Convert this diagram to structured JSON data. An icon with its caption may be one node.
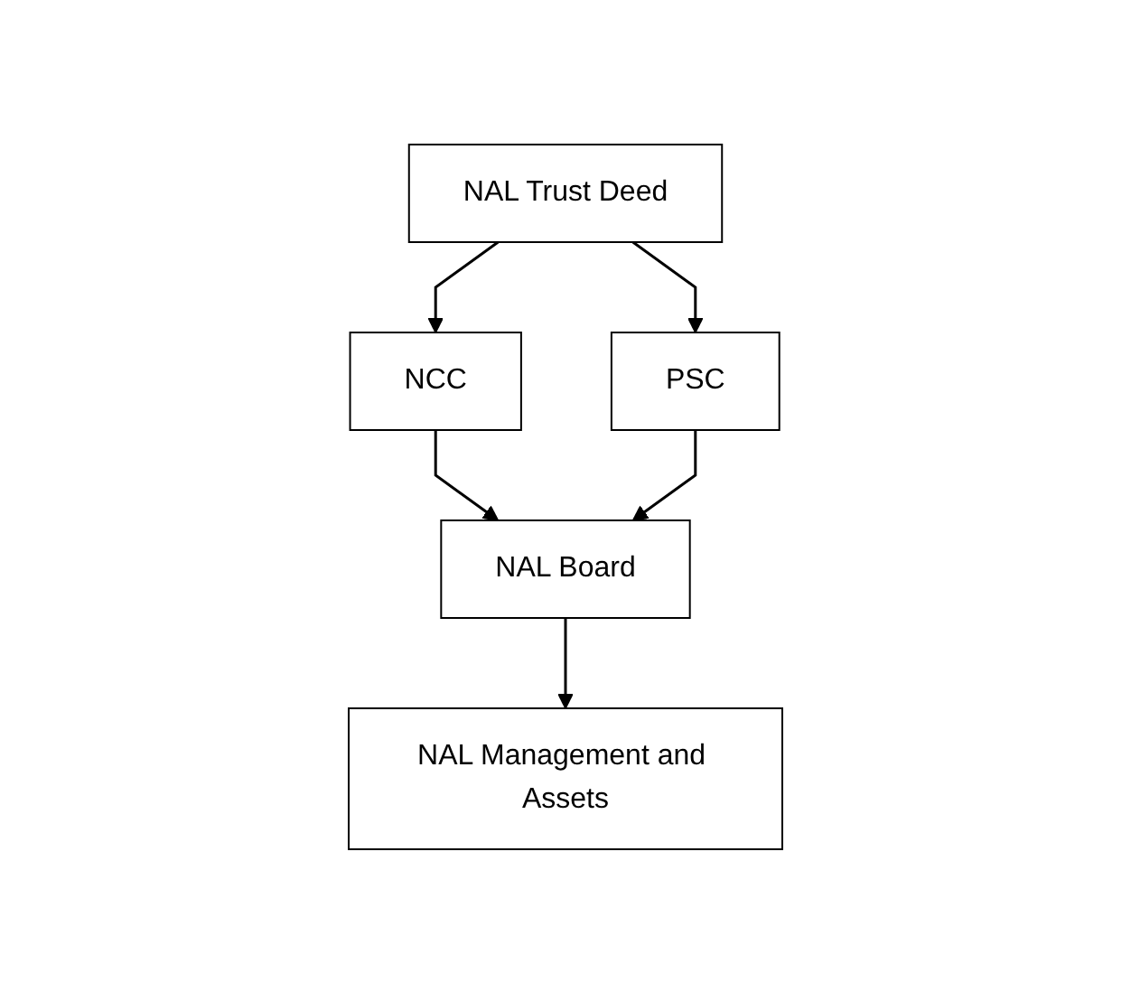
{
  "diagram": {
    "nodes": [
      {
        "text": [
          "NAL Trust Deed"
        ]
      },
      {
        "text": [
          "NCC"
        ]
      },
      {
        "text": [
          "PSC"
        ]
      },
      {
        "text": [
          "NAL Board"
        ]
      },
      {
        "text": [
          "NAL Management and Assets"
        ]
      }
    ],
    "edges": [
      {
        "from": 0,
        "to": 1,
        "arrow": "to"
      },
      {
        "from": 0,
        "to": 2,
        "arrow": "to"
      },
      {
        "from": 1,
        "to": 3,
        "arrow": "to"
      },
      {
        "from": 2,
        "to": 3,
        "arrow": "to"
      },
      {
        "from": 3,
        "to": 4,
        "arrow": "to"
      }
    ]
  }
}
